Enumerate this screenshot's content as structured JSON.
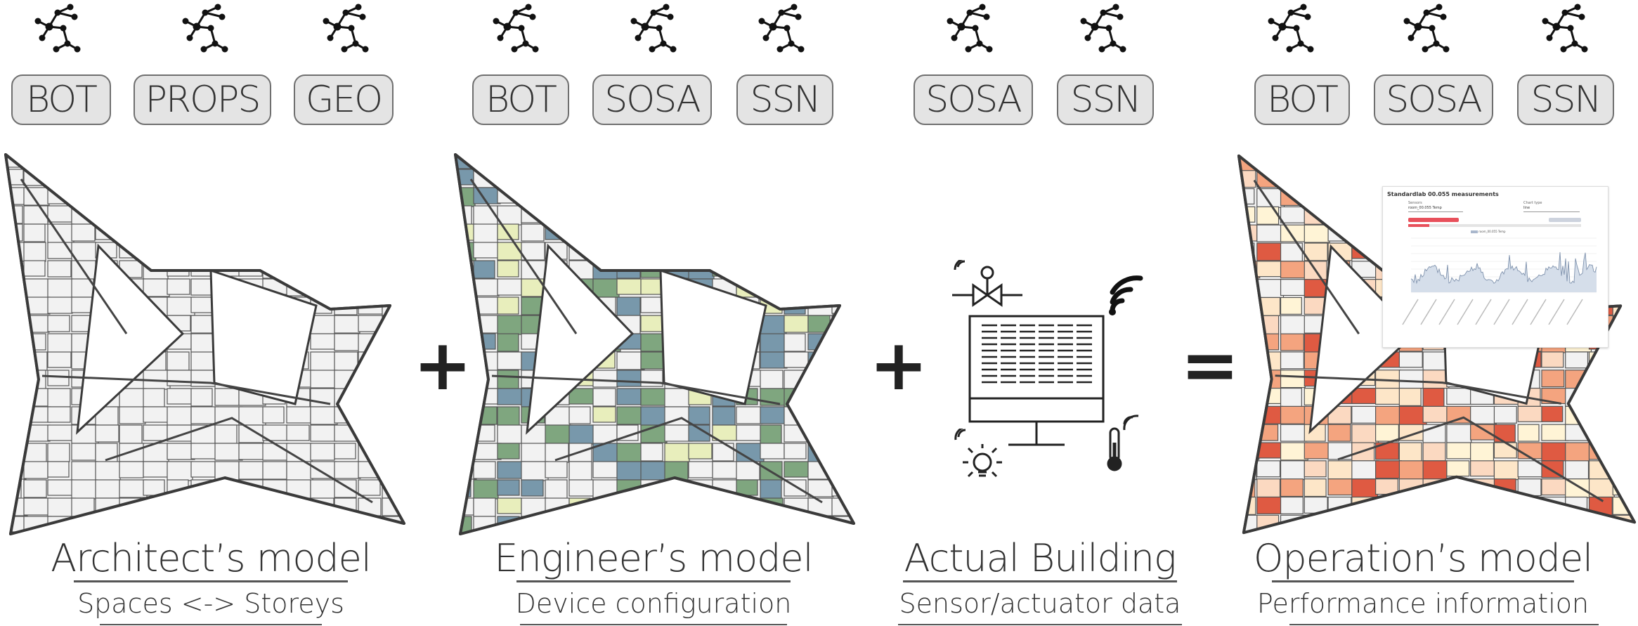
{
  "panels": {
    "architect": {
      "badges": [
        "BOT",
        "PROPS",
        "GEO"
      ],
      "title": "Architect’s model",
      "subtitle": "Spaces <-> Storeys"
    },
    "engineer": {
      "badges": [
        "BOT",
        "SOSA",
        "SSN"
      ],
      "title": "Engineer’s model",
      "subtitle": "Device configuration"
    },
    "actual": {
      "badges": [
        "SOSA",
        "SSN"
      ],
      "title": "Actual Building",
      "subtitle": "Sensor/actuator data"
    },
    "operation": {
      "badges": [
        "BOT",
        "SOSA",
        "SSN"
      ],
      "title": "Operation’s model",
      "subtitle": "Performance information",
      "inset_chart": {
        "title": "Standardlab 00.055 measurements",
        "sensors_label": "Sensors",
        "sensor_selected": "room_00.055 Temp",
        "chart_type_label": "Chart type",
        "chart_type_selected": "line",
        "legend_label": "room_00.055 Temp"
      }
    }
  },
  "operators": [
    "+",
    "+",
    "="
  ],
  "colors": {
    "badge_fill": "#e4e4e4",
    "badge_border": "#6f6f6f",
    "plan_fill": "#f2f2f2",
    "plan_wall": "#3a3a3a",
    "engineer_blue": "#7898ab",
    "engineer_green": "#7fa67f",
    "engineer_yellow": "#e8eebc",
    "heat_light": "#fde6c8",
    "heat_mid": "#f4a47f",
    "heat_dark": "#df5a42"
  },
  "icons": [
    "knowledge-graph-icon",
    "valve-icon",
    "wifi-icon",
    "monitor-icon",
    "lightbulb-icon",
    "thermometer-icon"
  ]
}
